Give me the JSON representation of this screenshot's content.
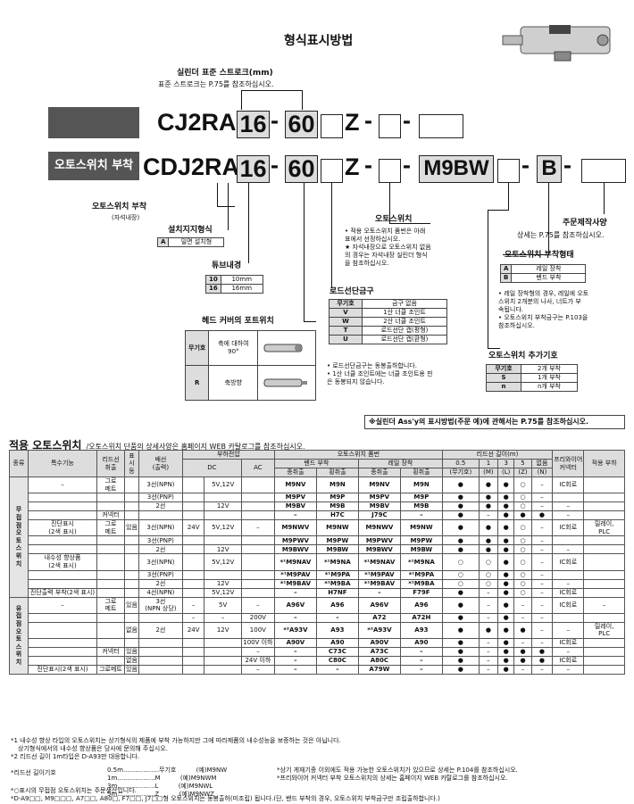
{
  "title": "형식표시방법",
  "stroke": {
    "label": "실린더 표준 스트로크(mm)",
    "note": "표준 스트로크는 P.75를 참조하십시오."
  },
  "code1": {
    "prefix": "CJ2RA",
    "bore": "16",
    "sep1": "-",
    "stroke": "60",
    "z": "Z",
    "sep2": "-",
    "sep3": "-"
  },
  "code2": {
    "badge": "오토스위치 부착",
    "prefix": "CDJ2RA",
    "bore": "16",
    "sep1": "-",
    "stroke": "60",
    "z": "Z",
    "sep2": "-",
    "switch": "M9BW",
    "sep3": "-",
    "b": "B",
    "sep4": "-"
  },
  "autoswitch_mount": {
    "title": "오토스위치 부착",
    "sub": "(자석내장)"
  },
  "install": {
    "title": "설치지지형식",
    "key": "A",
    "val": "밀면 설치형"
  },
  "bore": {
    "title": "튜브내경",
    "rows": [
      [
        "10",
        "10mm"
      ],
      [
        "16",
        "16mm"
      ]
    ]
  },
  "port": {
    "title": "헤드 커버의 포트위치",
    "rows": [
      [
        "무기호",
        "축에 대하여\n90°"
      ],
      [
        "R",
        "축방향"
      ]
    ]
  },
  "switch_note": {
    "title": "오토스위치",
    "l1": "• 적용 오토스위치 품번은 아래",
    "l2": "표에서 선정하십시오.",
    "l3": "★ 자석내장으로 오토스위치 없음",
    "l4": "의 경우는 자석내장 실린더 형식",
    "l5": "을 참조하십시오."
  },
  "rodend": {
    "title": "로드선단금구",
    "header": [
      "무기호",
      "금구 없음"
    ],
    "rows": [
      [
        "V",
        "1산 너클 조인트"
      ],
      [
        "W",
        "2산 너클 조인트"
      ],
      [
        "T",
        "로드선단 캡(평형)"
      ],
      [
        "U",
        "로드선단 캡(환형)"
      ]
    ],
    "n1": "• 로드선단금구는 동봉출하합니다.",
    "n2": "• 1산 너클 조인트에는 너클 조인트용 핀",
    "n3": "은 동봉되지 않습니다."
  },
  "custom": {
    "title": "주문제작사양",
    "note": "상세는 P.75를 참조하십시오."
  },
  "mountform": {
    "title": "오토스위치 부착형태",
    "rows": [
      [
        "A",
        "레일 장착"
      ],
      [
        "B",
        "밴드 부착"
      ]
    ],
    "n1": "• 레일 장착형의 경우, 레일에 오토",
    "n2": "스위치 2개분의 나사, 너트가 부",
    "n3": "속됩니다.",
    "n4": "• 오토스위치 부착금구는 P.103을",
    "n5": "참조하십시오."
  },
  "addcode": {
    "title": "오토스위치 추가기호",
    "rows": [
      [
        "무기호",
        "2개 부착"
      ],
      [
        "S",
        "1개 부착"
      ],
      [
        "n",
        "n개 부착"
      ]
    ]
  },
  "assy_note": "※실린더 Ass'y의 표시방법(주문 예)에 관해서는 P.75를 참조하십시오.",
  "table_title": {
    "a": "적용 오토스위치",
    "b": "/오토스위치 단품의 상세사양은 홈페이지 WEB 카탈로그를 참조하십시오."
  },
  "table_head": {
    "kind": "종류",
    "func": "특수기능",
    "lead": "리드선\n취출",
    "ind": "표\n시\n등",
    "wire": "배선\n(출력)",
    "volt": "부하전압",
    "dc": "DC",
    "ac": "AC",
    "part": "오토스위치 품번",
    "band": "밴드 부착",
    "rail": "레일 장착",
    "vert": "종취출",
    "horiz": "횡취출",
    "len": "리드선 길이(m)",
    "l05": "0.5",
    "l05s": "(무기호)",
    "l1": "1",
    "l1s": "(M)",
    "l3": "3",
    "l3s": "(L)",
    "l5": "5",
    "l5s": "(Z)",
    "none": "없음",
    "nones": "(N)",
    "pre": "프리와이어\n커넥터",
    "load": "적용 부하"
  },
  "footnotes": {
    "f1": "*1 내수성 향상 타입의 오토스위치는 상기형식의 제품에 부착 가능하지만 그에 따라제품의 내수성능을 보증하는 것은 아닙니다.",
    "f1b": "상기형식에서의 내수성 향상품은 당사에 문의해 주십시오.",
    "f2": "*2 리드선 길이 1m타입은 D-A93만 대응합니다.",
    "lenA": "*리드선 길이기호",
    "l1": "0.5m..................무기호",
    "l1e": "(예)M9NW",
    "l2": "1m...................M",
    "l2e": "(예)M9NWM",
    "l3": "3m...................L",
    "l3e": "(예)M9NWL",
    "l4": "5m...................Z",
    "l4e": "(예)M9NWZ",
    "r1": "*상기 게재기종 이외에도 적용 가능한 오토스위치가 있으므로 상세는 P.104를 참조하십시오.",
    "r2": "*프리와이어 커넥터 부착 오토스위치의 상세는 홈페이지 WEB 카탈로그를 참조하십시오.",
    "b1": "*○표시의 무접점 오토스위치는 주문생산입니다.",
    "b2": "*D-A9□□, M9□□□, A7□□, A80□, F7□□, J7□□형 오토스위치는 동봉출하(미조립) 됩니다.(단, 밴드 부착의 경우, 오토스위치 부착금구만 조립출하합니다.)"
  }
}
